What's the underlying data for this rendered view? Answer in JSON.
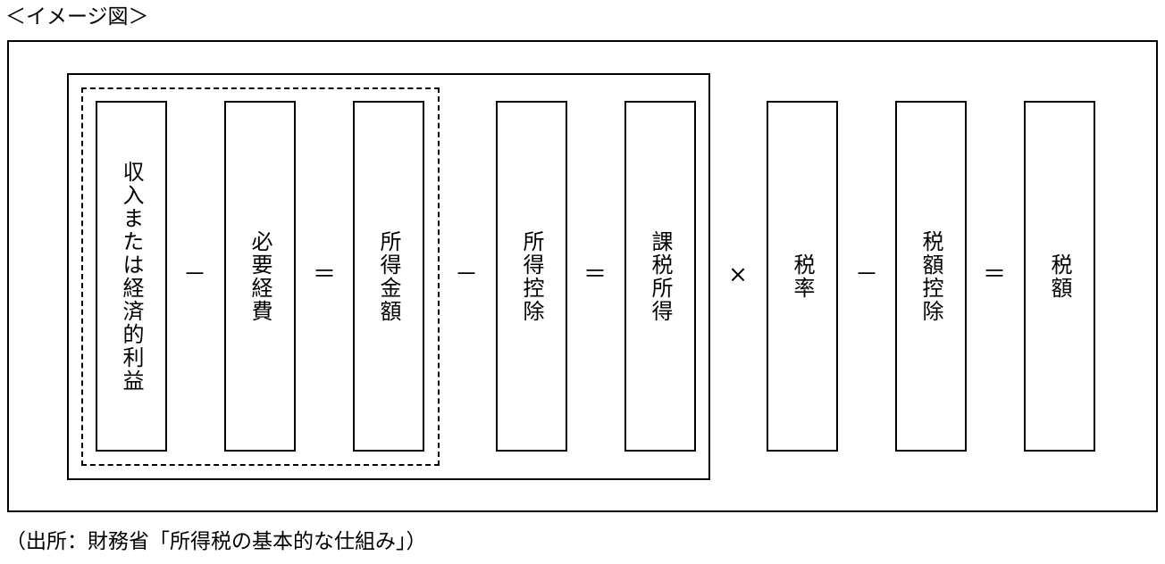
{
  "heading": "＜イメージ図＞",
  "terms": [
    {
      "label": "収入または経済的利益"
    },
    {
      "label": "必要経費"
    },
    {
      "label": "所得金額"
    },
    {
      "label": "所得控除"
    },
    {
      "label": "課税所得"
    },
    {
      "label": "税率"
    },
    {
      "label": "税額控除"
    },
    {
      "label": "税額"
    }
  ],
  "operators": [
    "－",
    "＝",
    "－",
    "＝",
    "×",
    "－",
    "＝"
  ],
  "source": "（出所：財務省「所得税の基本的な仕組み」）"
}
